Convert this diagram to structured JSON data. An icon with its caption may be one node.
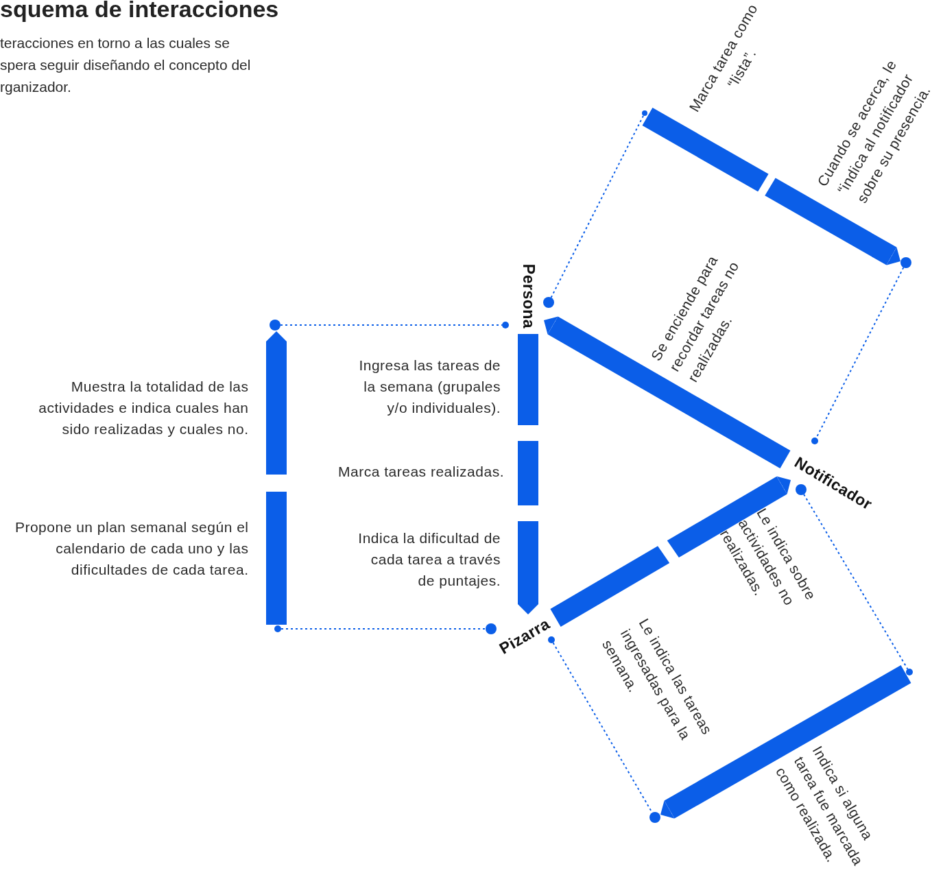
{
  "diagram": {
    "title": "squema de interacciones",
    "caption": "teracciones en torno a las cuales se spera seguir diseñando el concepto del rganizador.",
    "nodes": [
      {
        "text": [
          "Persona"
        ]
      },
      {
        "text": [
          "Notificador"
        ]
      },
      {
        "text": [
          "Pizarra"
        ]
      },
      {
        "text": [],
        "shape": "circle"
      },
      {
        "text": [],
        "shape": "circle"
      },
      {
        "text": [],
        "shape": "circle"
      },
      {
        "text": [],
        "shape": "circle"
      },
      {
        "text": [],
        "shape": "circle"
      },
      {
        "text": [],
        "shape": "circle"
      },
      {
        "text": [],
        "shape": "circle"
      },
      {
        "text": [],
        "shape": "circle"
      },
      {
        "text": [],
        "shape": "circle"
      },
      {
        "text": [],
        "shape": "circle"
      },
      {
        "text": [],
        "shape": "circle"
      },
      {
        "text": [],
        "shape": "circle"
      }
    ],
    "edges": [
      {
        "from": 3,
        "to": 4,
        "arrow": "to",
        "style": "thick",
        "label": "Marca tarea como “lista”."
      },
      {
        "from": 1,
        "to": 0,
        "arrow": "to",
        "style": "thick",
        "label": "Se enciende para recordar tareas no realizadas."
      },
      {
        "from": 0,
        "to": 2,
        "arrow": "to",
        "style": "thick",
        "label": "Ingresa las tareas de la semana (grupales y/o individuales)."
      },
      {
        "from": 10,
        "to": 6,
        "arrow": "to",
        "style": "thick",
        "label": "Muestra la totalidad de las actividades e indica cuales han sido realizadas y cuales no."
      },
      {
        "from": 2,
        "to": 1,
        "arrow": "to",
        "style": "thick",
        "label": "Le indica sobre actividades no realizadas."
      },
      {
        "from": 13,
        "to": 14,
        "arrow": "to",
        "style": "thick",
        "label": "Indica si alguna tarea fue marcada como realizada."
      },
      {
        "from": 5,
        "to": 3,
        "arrow": "none",
        "style": "dashed"
      },
      {
        "from": 4,
        "to": 8,
        "arrow": "none",
        "style": "dashed"
      },
      {
        "from": 6,
        "to": 7,
        "arrow": "none",
        "style": "dashed"
      },
      {
        "from": 10,
        "to": 11,
        "arrow": "none",
        "style": "dashed"
      },
      {
        "from": 9,
        "to": 13,
        "arrow": "none",
        "style": "dashed"
      },
      {
        "from": 12,
        "to": 14,
        "arrow": "none",
        "style": "dashed"
      }
    ],
    "labels": [
      "Cuando se acerca, le “indica al notificador sobre su presencia.",
      "Marca tareas realizadas.",
      "Indica la dificultad de cada tarea a través de puntajes.",
      "Propone un plan semanal según el calendario de cada uno y las dificultades de cada tarea.",
      "Le indica las tareas ingresadas para la semana."
    ]
  }
}
